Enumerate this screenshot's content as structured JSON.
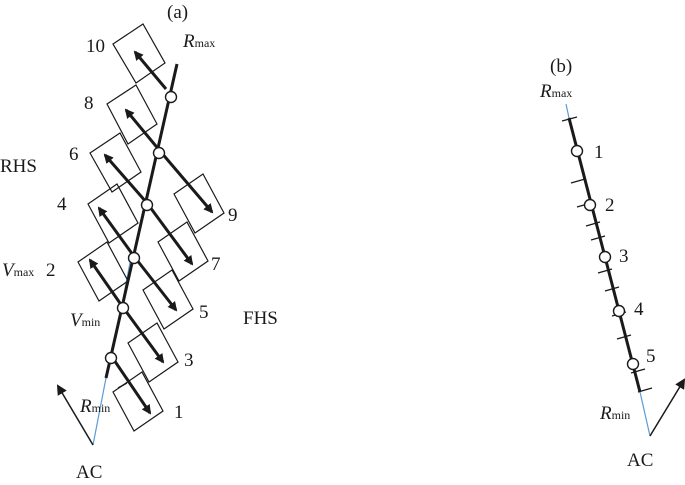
{
  "panel_a": {
    "label": "(a)",
    "rhs": "RHS",
    "fhs": "FHS",
    "ac": "AC",
    "r_max": {
      "main": "R",
      "sub": "max"
    },
    "r_min": {
      "main": "R",
      "sub": "min"
    },
    "v_max": {
      "main": "V",
      "sub": "max"
    },
    "v_min": {
      "main": "V",
      "sub": "min"
    },
    "numbers": [
      "10",
      "8",
      "6",
      "4",
      "2",
      "1",
      "3",
      "5",
      "7",
      "9"
    ]
  },
  "panel_b": {
    "label": "(b)",
    "ac": "AC",
    "r_max": {
      "main": "R",
      "sub": "max"
    },
    "r_min": {
      "main": "R",
      "sub": "min"
    },
    "numbers": [
      "1",
      "2",
      "3",
      "4",
      "5"
    ]
  },
  "colors": {
    "stroke": "#1a1a1a",
    "axis_blue": "#5b9bd5"
  }
}
